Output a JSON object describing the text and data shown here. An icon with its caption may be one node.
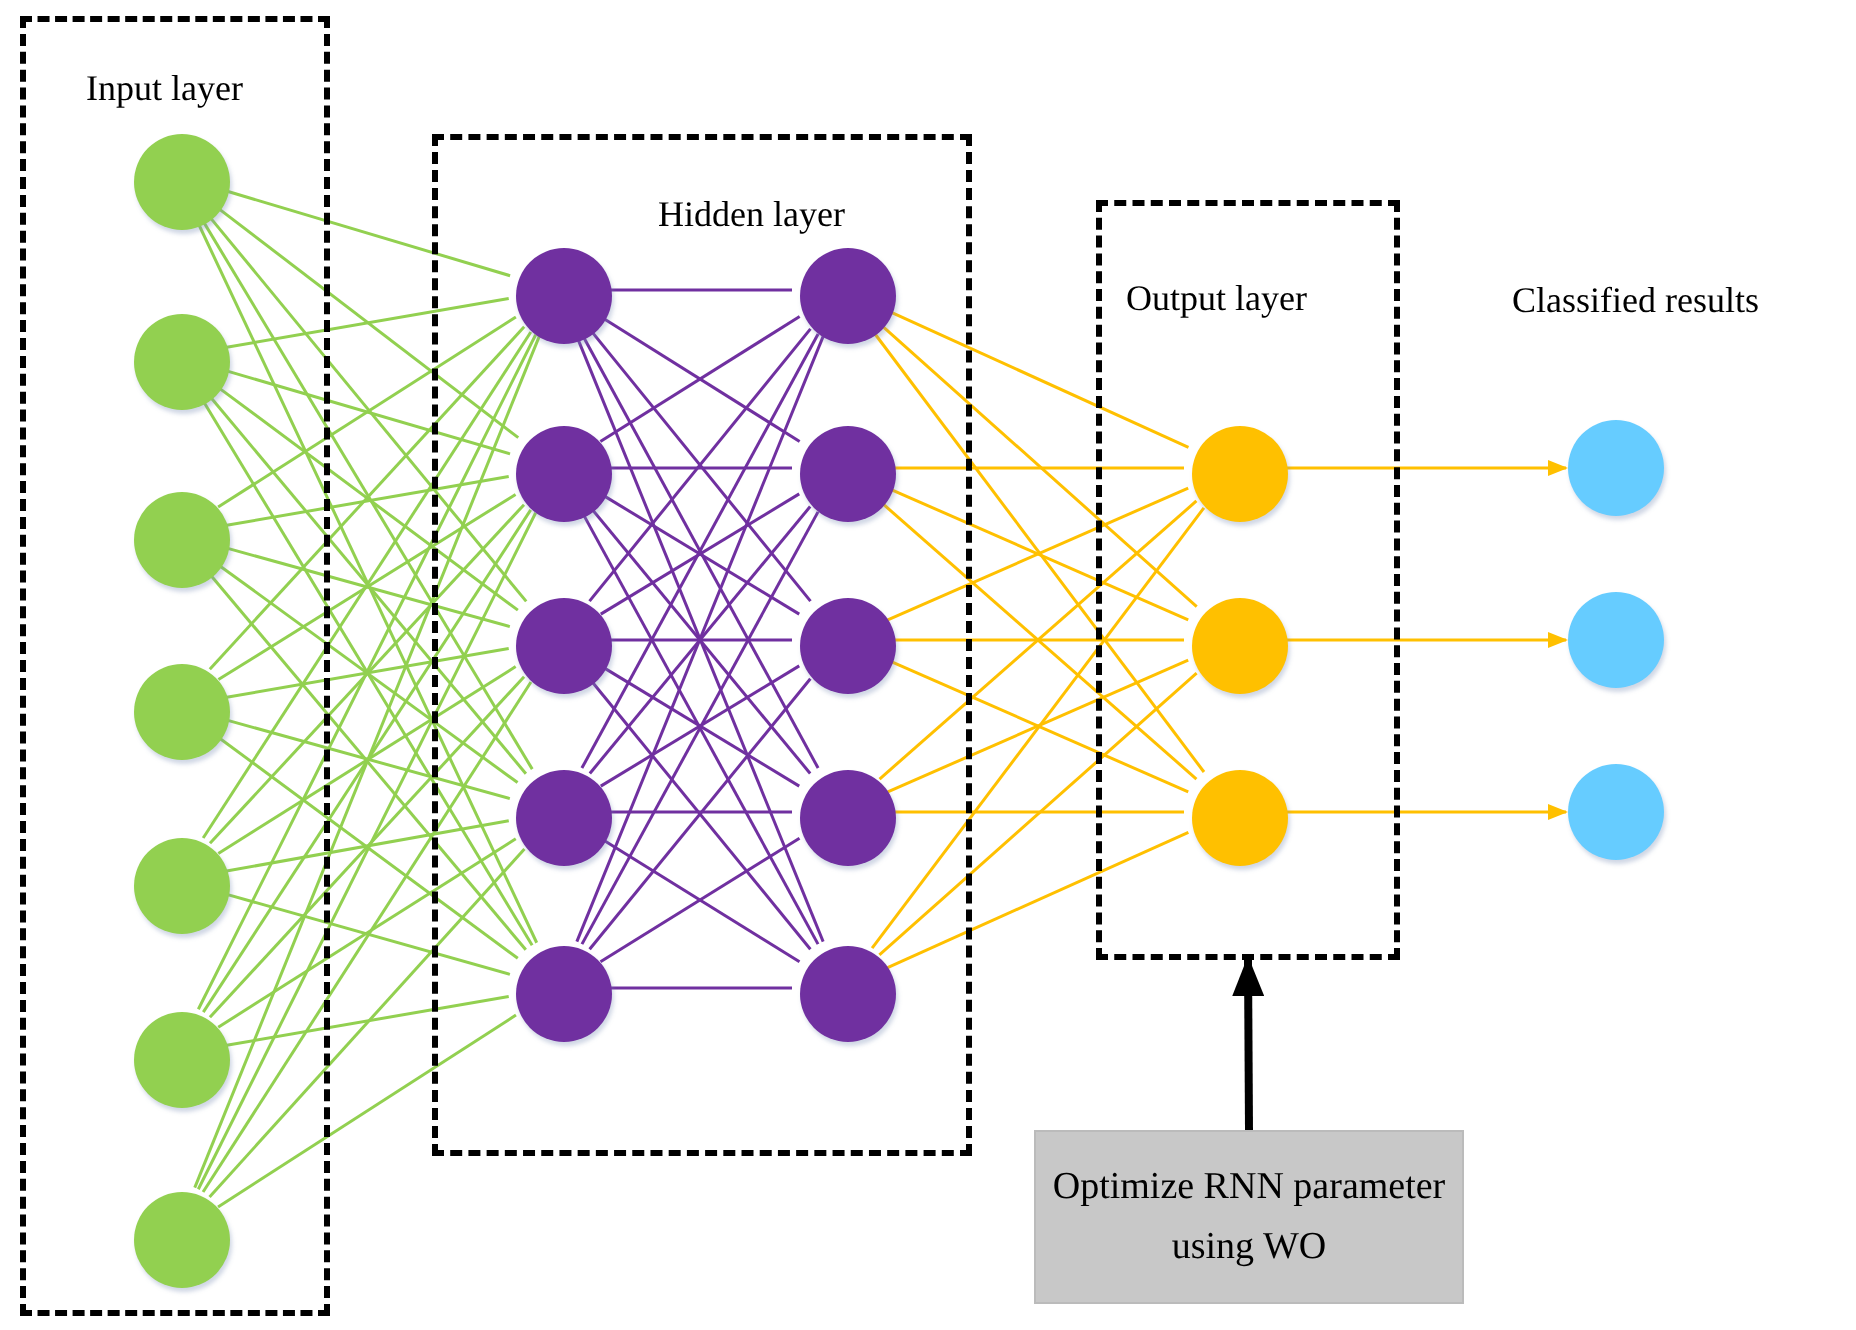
{
  "diagram": {
    "nodes": [
      {
        "text": [
          "Input layer"
        ]
      },
      {
        "text": [],
        "shape": "circle",
        "in": 0
      },
      {
        "text": [],
        "shape": "circle",
        "in": 0
      },
      {
        "text": [],
        "shape": "circle",
        "in": 0
      },
      {
        "text": [],
        "shape": "circle",
        "in": 0
      },
      {
        "text": [],
        "shape": "circle",
        "in": 0
      },
      {
        "text": [],
        "shape": "circle",
        "in": 0
      },
      {
        "text": [],
        "shape": "circle",
        "in": 0
      },
      {
        "text": [
          "Hidden layer"
        ]
      },
      {
        "text": [],
        "shape": "circle",
        "in": 8
      },
      {
        "text": [],
        "shape": "circle",
        "in": 8
      },
      {
        "text": [],
        "shape": "circle",
        "in": 8
      },
      {
        "text": [],
        "shape": "circle",
        "in": 8
      },
      {
        "text": [],
        "shape": "circle",
        "in": 8
      },
      {
        "text": [],
        "shape": "circle",
        "in": 8
      },
      {
        "text": [],
        "shape": "circle",
        "in": 8
      },
      {
        "text": [],
        "shape": "circle",
        "in": 8
      },
      {
        "text": [],
        "shape": "circle",
        "in": 8
      },
      {
        "text": [],
        "shape": "circle",
        "in": 8
      },
      {
        "text": [
          "Output layer"
        ]
      },
      {
        "text": [],
        "shape": "circle",
        "in": 19
      },
      {
        "text": [],
        "shape": "circle",
        "in": 19
      },
      {
        "text": [],
        "shape": "circle",
        "in": 19
      },
      {
        "text": [],
        "shape": "circle"
      },
      {
        "text": [],
        "shape": "circle"
      },
      {
        "text": [],
        "shape": "circle"
      },
      {
        "text": [
          "Optimize RNN parameter using WO"
        ]
      }
    ],
    "edges": [
      {
        "from": 1,
        "to": 9,
        "arrow": "none"
      },
      {
        "from": 1,
        "to": 10,
        "arrow": "none"
      },
      {
        "from": 1,
        "to": 11,
        "arrow": "none"
      },
      {
        "from": 1,
        "to": 12,
        "arrow": "none"
      },
      {
        "from": 1,
        "to": 13,
        "arrow": "none"
      },
      {
        "from": 2,
        "to": 9,
        "arrow": "none"
      },
      {
        "from": 2,
        "to": 10,
        "arrow": "none"
      },
      {
        "from": 2,
        "to": 11,
        "arrow": "none"
      },
      {
        "from": 2,
        "to": 12,
        "arrow": "none"
      },
      {
        "from": 2,
        "to": 13,
        "arrow": "none"
      },
      {
        "from": 3,
        "to": 9,
        "arrow": "none"
      },
      {
        "from": 3,
        "to": 10,
        "arrow": "none"
      },
      {
        "from": 3,
        "to": 11,
        "arrow": "none"
      },
      {
        "from": 3,
        "to": 12,
        "arrow": "none"
      },
      {
        "from": 3,
        "to": 13,
        "arrow": "none"
      },
      {
        "from": 4,
        "to": 9,
        "arrow": "none"
      },
      {
        "from": 4,
        "to": 10,
        "arrow": "none"
      },
      {
        "from": 4,
        "to": 11,
        "arrow": "none"
      },
      {
        "from": 4,
        "to": 12,
        "arrow": "none"
      },
      {
        "from": 4,
        "to": 13,
        "arrow": "none"
      },
      {
        "from": 5,
        "to": 9,
        "arrow": "none"
      },
      {
        "from": 5,
        "to": 10,
        "arrow": "none"
      },
      {
        "from": 5,
        "to": 11,
        "arrow": "none"
      },
      {
        "from": 5,
        "to": 12,
        "arrow": "none"
      },
      {
        "from": 5,
        "to": 13,
        "arrow": "none"
      },
      {
        "from": 6,
        "to": 9,
        "arrow": "none"
      },
      {
        "from": 6,
        "to": 10,
        "arrow": "none"
      },
      {
        "from": 6,
        "to": 11,
        "arrow": "none"
      },
      {
        "from": 6,
        "to": 12,
        "arrow": "none"
      },
      {
        "from": 6,
        "to": 13,
        "arrow": "none"
      },
      {
        "from": 7,
        "to": 9,
        "arrow": "none"
      },
      {
        "from": 7,
        "to": 10,
        "arrow": "none"
      },
      {
        "from": 7,
        "to": 11,
        "arrow": "none"
      },
      {
        "from": 7,
        "to": 12,
        "arrow": "none"
      },
      {
        "from": 7,
        "to": 13,
        "arrow": "none"
      },
      {
        "from": 9,
        "to": 14,
        "arrow": "none",
        "color": "#7030a0"
      },
      {
        "from": 9,
        "to": 15,
        "arrow": "none",
        "color": "#7030a0"
      },
      {
        "from": 9,
        "to": 16,
        "arrow": "none",
        "color": "#7030a0"
      },
      {
        "from": 9,
        "to": 17,
        "arrow": "none",
        "color": "#7030a0"
      },
      {
        "from": 9,
        "to": 18,
        "arrow": "none",
        "color": "#7030a0"
      },
      {
        "from": 10,
        "to": 14,
        "arrow": "none",
        "color": "#7030a0"
      },
      {
        "from": 10,
        "to": 15,
        "arrow": "none",
        "color": "#7030a0"
      },
      {
        "from": 10,
        "to": 16,
        "arrow": "none",
        "color": "#7030a0"
      },
      {
        "from": 10,
        "to": 17,
        "arrow": "none",
        "color": "#7030a0"
      },
      {
        "from": 10,
        "to": 18,
        "arrow": "none",
        "color": "#7030a0"
      },
      {
        "from": 11,
        "to": 14,
        "arrow": "none",
        "color": "#7030a0"
      },
      {
        "from": 11,
        "to": 15,
        "arrow": "none",
        "color": "#7030a0"
      },
      {
        "from": 11,
        "to": 16,
        "arrow": "none",
        "color": "#7030a0"
      },
      {
        "from": 11,
        "to": 17,
        "arrow": "none",
        "color": "#7030a0"
      },
      {
        "from": 11,
        "to": 18,
        "arrow": "none",
        "color": "#7030a0"
      },
      {
        "from": 12,
        "to": 14,
        "arrow": "none",
        "color": "#7030a0"
      },
      {
        "from": 12,
        "to": 15,
        "arrow": "none",
        "color": "#7030a0"
      },
      {
        "from": 12,
        "to": 16,
        "arrow": "none",
        "color": "#7030a0"
      },
      {
        "from": 12,
        "to": 17,
        "arrow": "none",
        "color": "#7030a0"
      },
      {
        "from": 12,
        "to": 18,
        "arrow": "none",
        "color": "#7030a0"
      },
      {
        "from": 13,
        "to": 14,
        "arrow": "none",
        "color": "#7030a0"
      },
      {
        "from": 13,
        "to": 15,
        "arrow": "none",
        "color": "#7030a0"
      },
      {
        "from": 13,
        "to": 16,
        "arrow": "none",
        "color": "#7030a0"
      },
      {
        "from": 13,
        "to": 17,
        "arrow": "none",
        "color": "#7030a0"
      },
      {
        "from": 13,
        "to": 18,
        "arrow": "none",
        "color": "#7030a0"
      },
      {
        "from": 14,
        "to": 20,
        "arrow": "none",
        "color": "#ffc000"
      },
      {
        "from": 14,
        "to": 21,
        "arrow": "none",
        "color": "#ffc000"
      },
      {
        "from": 14,
        "to": 22,
        "arrow": "none",
        "color": "#ffc000"
      },
      {
        "from": 15,
        "to": 20,
        "arrow": "none",
        "color": "#ffc000"
      },
      {
        "from": 15,
        "to": 21,
        "arrow": "none",
        "color": "#ffc000"
      },
      {
        "from": 15,
        "to": 22,
        "arrow": "none",
        "color": "#ffc000"
      },
      {
        "from": 16,
        "to": 20,
        "arrow": "none",
        "color": "#ffc000"
      },
      {
        "from": 16,
        "to": 21,
        "arrow": "none",
        "color": "#ffc000"
      },
      {
        "from": 16,
        "to": 22,
        "arrow": "none",
        "color": "#ffc000"
      },
      {
        "from": 17,
        "to": 20,
        "arrow": "none",
        "color": "#ffc000"
      },
      {
        "from": 17,
        "to": 21,
        "arrow": "none",
        "color": "#ffc000"
      },
      {
        "from": 17,
        "to": 22,
        "arrow": "none",
        "color": "#ffc000"
      },
      {
        "from": 18,
        "to": 20,
        "arrow": "none",
        "color": "#ffc000"
      },
      {
        "from": 18,
        "to": 21,
        "arrow": "none",
        "color": "#ffc000"
      },
      {
        "from": 18,
        "to": 22,
        "arrow": "none",
        "color": "#ffc000"
      },
      {
        "from": 20,
        "to": 23,
        "arrow": "to",
        "color": "#ffc000"
      },
      {
        "from": 21,
        "to": 24,
        "arrow": "to",
        "color": "#ffc000"
      },
      {
        "from": 22,
        "to": 25,
        "arrow": "to",
        "color": "#ffc000"
      },
      {
        "from": 26,
        "to": 19,
        "arrow": "to",
        "style": "thick",
        "color": "#000000"
      }
    ],
    "labels": [
      "Classified results"
    ]
  }
}
